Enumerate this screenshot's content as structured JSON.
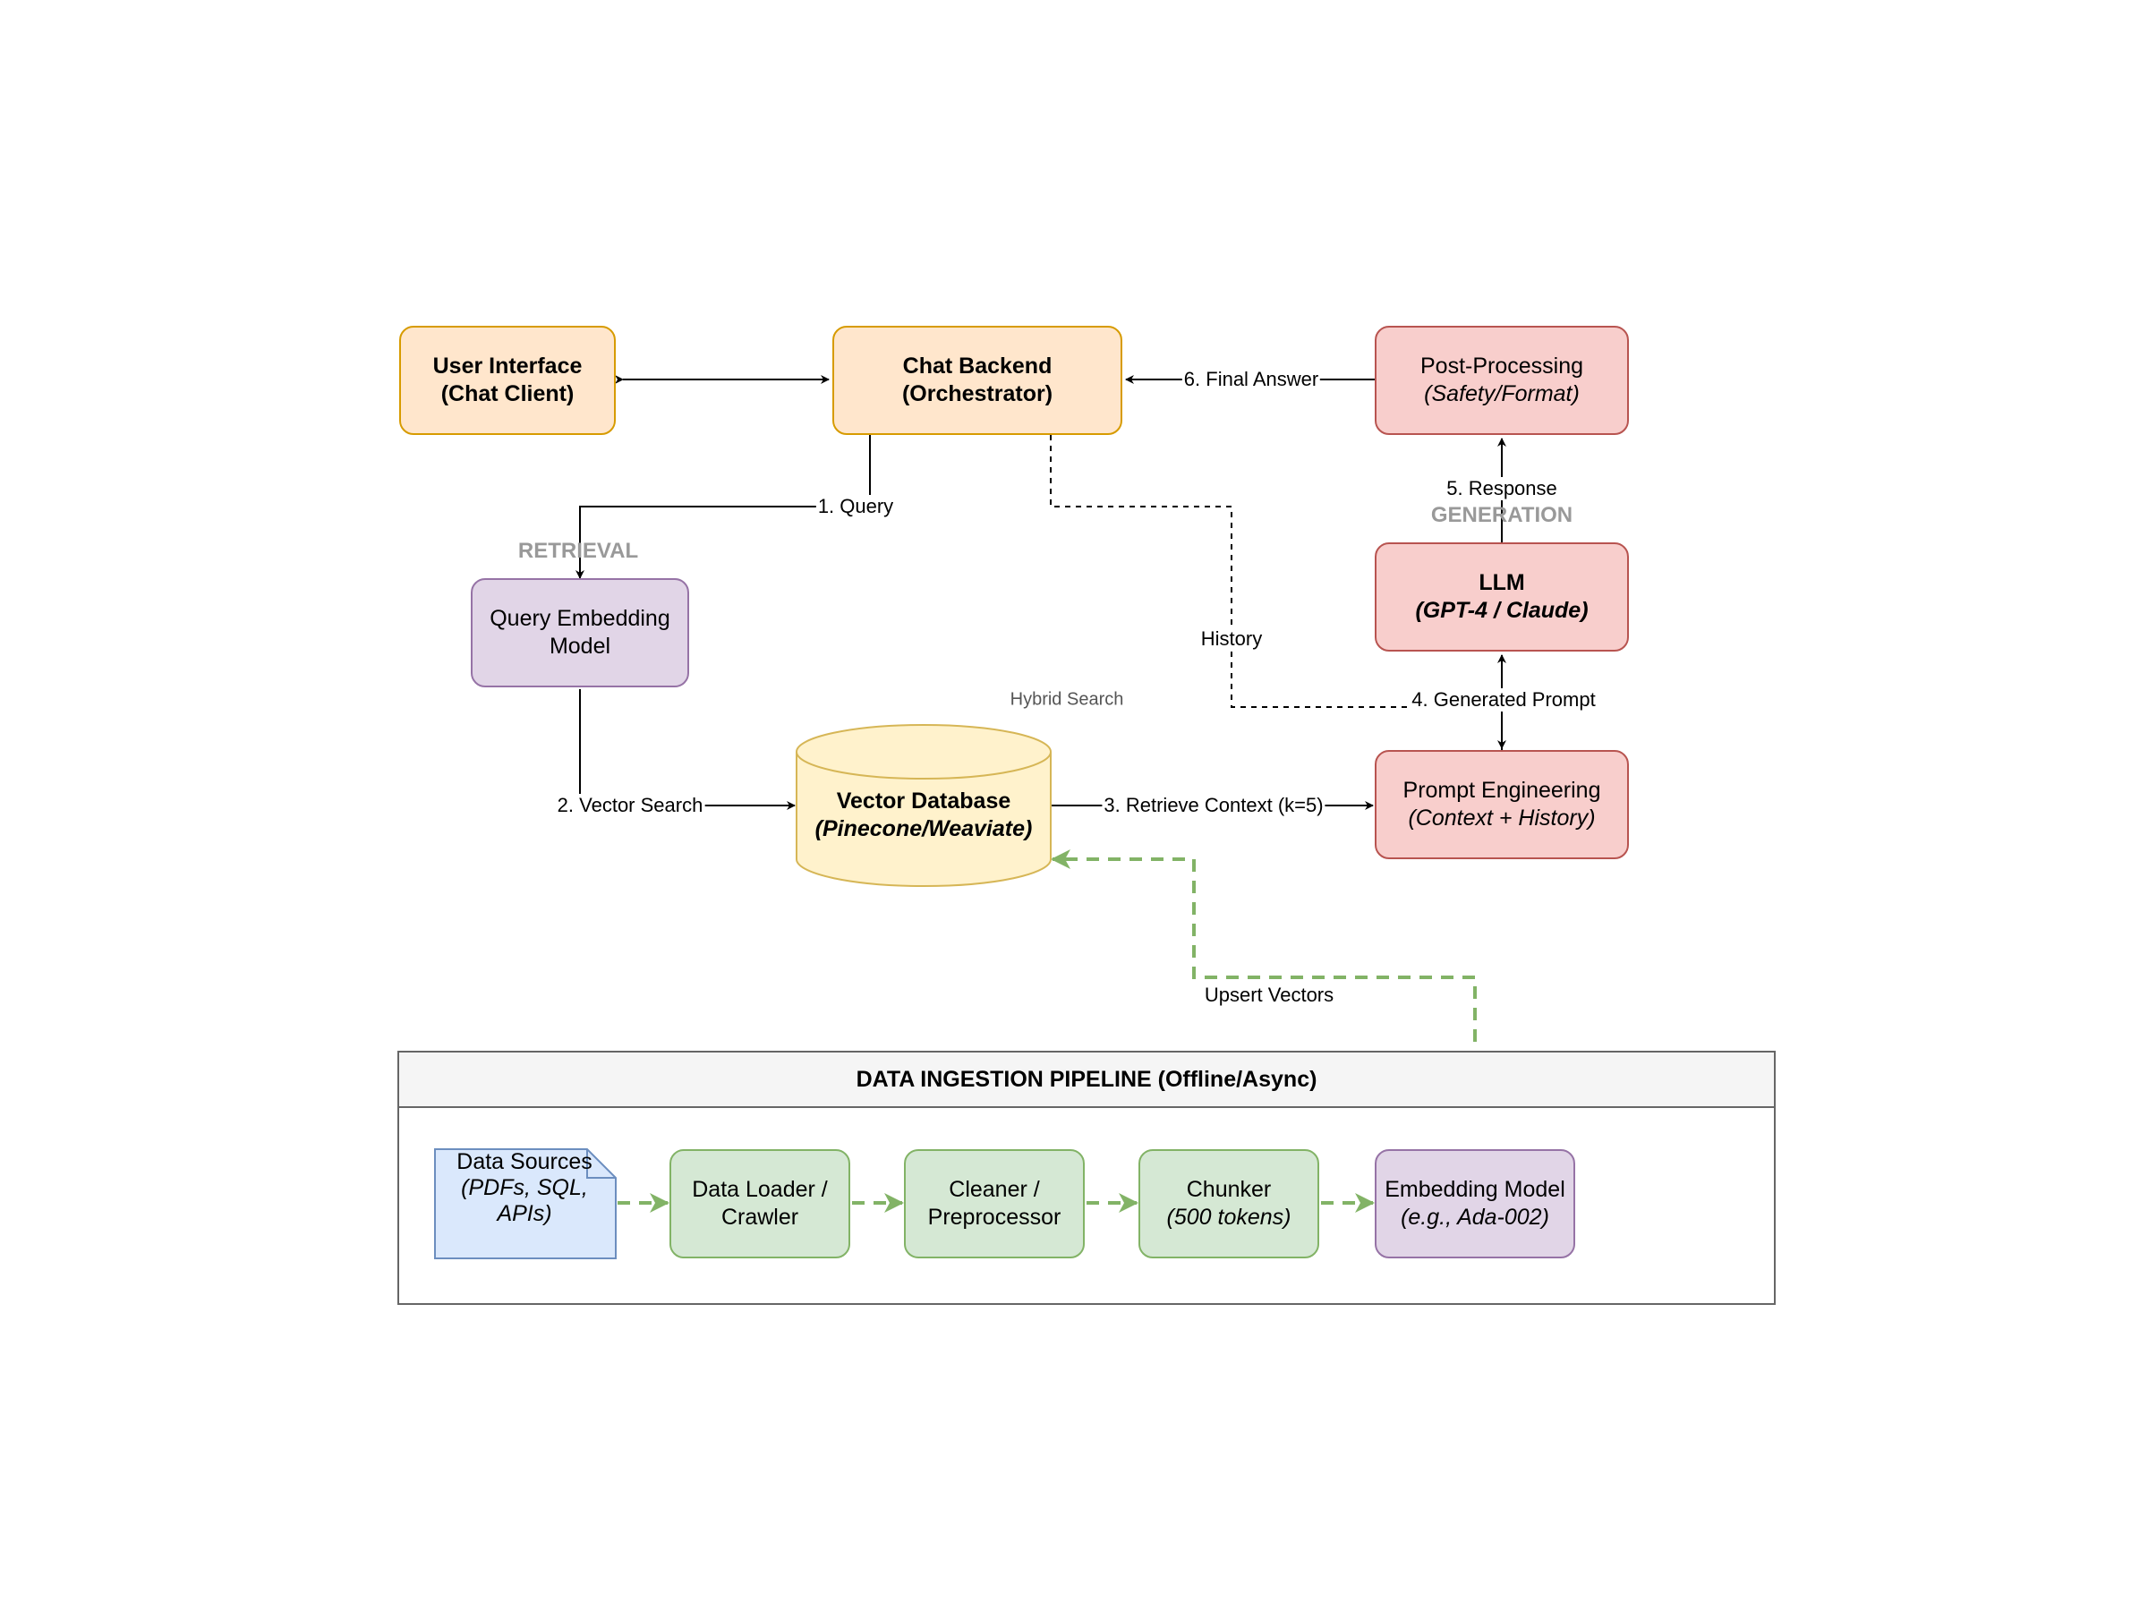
{
  "nodes": {
    "user_interface": {
      "line1": "User Interface",
      "line2": "(Chat Client)"
    },
    "chat_backend": {
      "line1": "Chat Backend",
      "line2": "(Orchestrator)"
    },
    "post_processing": {
      "line1": "Post-Processing",
      "line2": "(Safety/Format)"
    },
    "llm": {
      "line1": "LLM",
      "line2": "(GPT-4 / Claude)"
    },
    "query_embedding": {
      "line1": "Query Embedding",
      "line2": "Model"
    },
    "vector_db": {
      "line1": "Vector Database",
      "line2": "(Pinecone/Weaviate)"
    },
    "prompt_engineering": {
      "line1": "Prompt Engineering",
      "line2": "(Context + History)"
    }
  },
  "sections": {
    "retrieval": "RETRIEVAL",
    "generation": "GENERATION"
  },
  "annotations": {
    "hybrid_search": "Hybrid Search"
  },
  "edges": {
    "query": "1. Query",
    "vector_search": "2. Vector Search",
    "retrieve_context": "3. Retrieve Context (k=5)",
    "generated_prompt": "4. Generated Prompt",
    "response": "5. Response",
    "final_answer": "6. Final Answer",
    "history": "History",
    "upsert_vectors": "Upsert Vectors"
  },
  "pipeline": {
    "title": "DATA INGESTION PIPELINE (Offline/Async)",
    "data_sources": {
      "line1": "Data Sources",
      "line2": "(PDFs, SQL,",
      "line3": "APIs)"
    },
    "data_loader": {
      "line1": "Data Loader /",
      "line2": "Crawler"
    },
    "cleaner": {
      "line1": "Cleaner /",
      "line2": "Preprocessor"
    },
    "chunker": {
      "line1": "Chunker",
      "line2": "(500 tokens)"
    },
    "embedding_model": {
      "line1": "Embedding Model",
      "line2": "(e.g., Ada-002)"
    }
  },
  "colors": {
    "orange_fill": "#ffe6cc",
    "orange_stroke": "#d79b00",
    "red_fill": "#f8cecc",
    "red_stroke": "#b85450",
    "purple_fill": "#e1d5e7",
    "purple_stroke": "#9673a6",
    "green_fill": "#d5e8d4",
    "green_stroke": "#82b366",
    "yellow_fill": "#fff2cc",
    "yellow_stroke": "#d6b656",
    "blue_fill": "#dae8fc",
    "blue_stroke": "#6c8ebf"
  }
}
